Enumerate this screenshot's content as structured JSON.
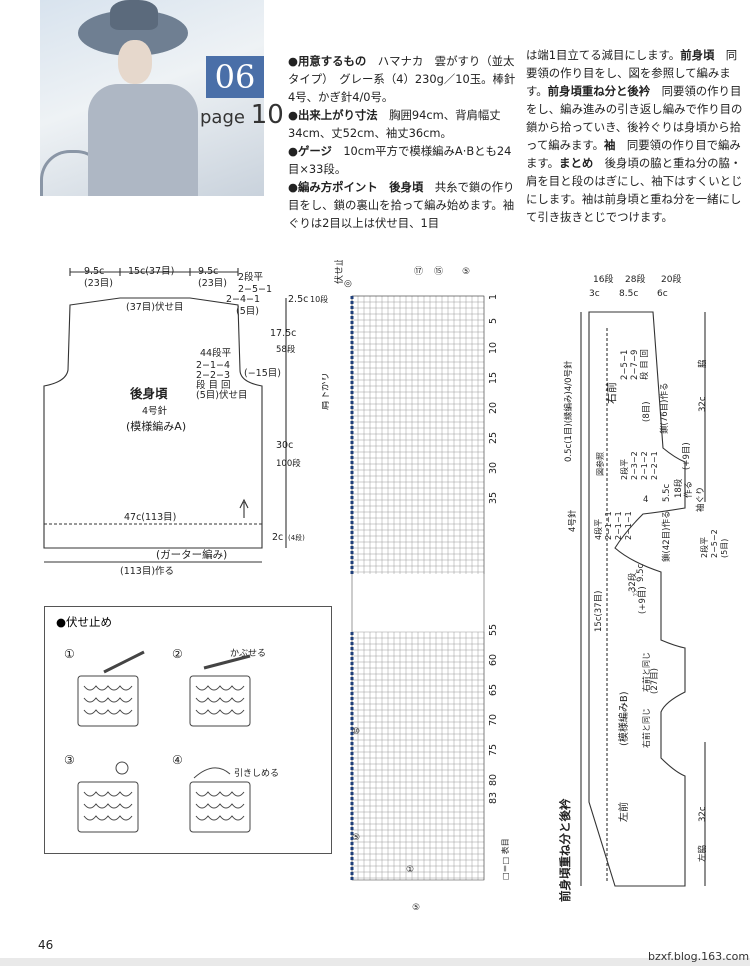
{
  "header": {
    "pattern_number": "06",
    "page_prefix": "page",
    "page_ref": "10"
  },
  "instructions": {
    "materials": {
      "label": "用意するもの",
      "text": "ハマナカ　雲がすり（並太タイプ）　グレー系（4）230g／10玉。棒針4号、かぎ針4/0号。"
    },
    "finished": {
      "label": "出来上がり寸法",
      "text": "胸囲94cm、背肩幅丈34cm、丈52cm、袖丈36cm。"
    },
    "gauge": {
      "label": "ゲージ",
      "text": "10cm平方で模様編みA·Bとも24目×33段。"
    },
    "points_label": "編み方ポイント",
    "back_label": "後身頃",
    "back_text": "共糸で鎖の作り目をし、鎖の裏山を拾って編み始めます。袖ぐりは2目以上は伏せ目、1目",
    "col2_start": "は端1目立てる減目にします。",
    "front_label": "前身頃",
    "front_text": "同要領の作り目をし、図を参照して編みます。",
    "overlap_label": "前身頃重ね分と後衿",
    "overlap_text": "同要領の作り目をし、編み進みの引き返し編みで作り目の鎖から拾っていき、後衿ぐりは身頃から拾って編みます。",
    "sleeve_label": "袖",
    "sleeve_text": "同要領の作り目で編みます。",
    "finish_label": "まとめ",
    "finish_text": "後身頃の脇と重ね分の脇・肩を目と段のはぎにし、袖下はすくいとじにします。袖は前身頃と重ね分を一緒にして引き抜きとじでつけます。"
  },
  "back_diagram": {
    "top_dims": [
      "9.5c",
      "15c(37目)",
      "9.5c"
    ],
    "top_stitches": [
      "(23目)",
      "(23目)"
    ],
    "shoulder_dec": [
      "2段平",
      "2−5−1",
      "2−4−1",
      "(5目)"
    ],
    "shoulder_h": "2.5c",
    "shoulder_rows": "10段",
    "bind_off": "(37目)伏せ目",
    "armhole_h": "17.5c",
    "armhole_rows": "58段",
    "armhole_dec": [
      "44段平",
      "2−1−4",
      "2−2−3",
      "段 目 回",
      "(5目)伏せ目"
    ],
    "armhole_minus": "(−15目)",
    "title": "後身頃",
    "needle": "4号針",
    "pattern": "(模様編みA)",
    "body_h": "30c",
    "body_rows": "100段",
    "width": "47c(113目)",
    "garter_h": "2c",
    "garter_rows": "(4段)",
    "garter": "(ガーター編み)",
    "cast_on": "(113目)作る"
  },
  "bindoff_section": {
    "title": "●伏せ止め",
    "steps": [
      "①",
      "②",
      "③",
      "④"
    ],
    "note_cover": "かぶせる",
    "note_pull": "引きしめる"
  },
  "chart": {
    "shoulder_label": "肩下がり",
    "top_marker": "◎",
    "left_top_label": "伏せ止め",
    "row_numbers": [
      "1",
      "5",
      "10",
      "15",
      "20",
      "25",
      "30",
      "35",
      "55",
      "60",
      "65",
      "70",
      "75",
      "80",
      "83"
    ],
    "col_markers": [
      "⑰",
      "⑮",
      "⑤"
    ],
    "left_markers": [
      "⑩",
      "⑤",
      "①"
    ],
    "bottom_marker": "⑤",
    "legend": "□＝□ 表目"
  },
  "front_diagram": {
    "title": "前身頃重ね分と後衿",
    "top_dims": [
      "16段",
      "28段",
      "20段"
    ],
    "top_cm": [
      "3c",
      "8.5c",
      "6c"
    ],
    "side_label": "0.5c(1目)(縁編み)4/0号針",
    "right_front": "右前",
    "right_dec": [
      "2−5−1",
      "2−7−9",
      "段 目 回"
    ],
    "right_count": "(8目)",
    "chain_76": "鎖(76目)作る",
    "side_seam": "脇",
    "side_cm_top": "32c",
    "shoulder_label": "図参照",
    "center_dec": [
      "2段平",
      "2−3−2",
      "2−1−2",
      "2−2−1"
    ],
    "plus9": "(+9目)",
    "dim_55": "5.5c",
    "rows_18": "18段",
    "make": "作る",
    "sleeve_hole": "袖ぐり",
    "dec_4": [
      "4段平",
      "2−1−1",
      "2−1−1",
      "2−1−1"
    ],
    "dim_4": "4",
    "chain_42": "鎖(42目)作る",
    "right_side_dec": [
      "2段平",
      "2−5−2",
      "(5目)"
    ],
    "needle": "4号針",
    "dim_95": "9.5c",
    "rows_32": "32段",
    "center_plus": "(+9目)",
    "dim_15": "15c(37目)",
    "star": "☆",
    "same_right": "右前と同じ",
    "pattern_b": "(模様編みB)",
    "left_front": "左前",
    "same_right_2": "右前と同じ",
    "stitches_27": "(27目)",
    "side_cm_bot": "32c",
    "side_seam_bot": "左脇"
  },
  "footer": {
    "page_number": "46",
    "watermark": "bzxf.blog.163.com"
  }
}
